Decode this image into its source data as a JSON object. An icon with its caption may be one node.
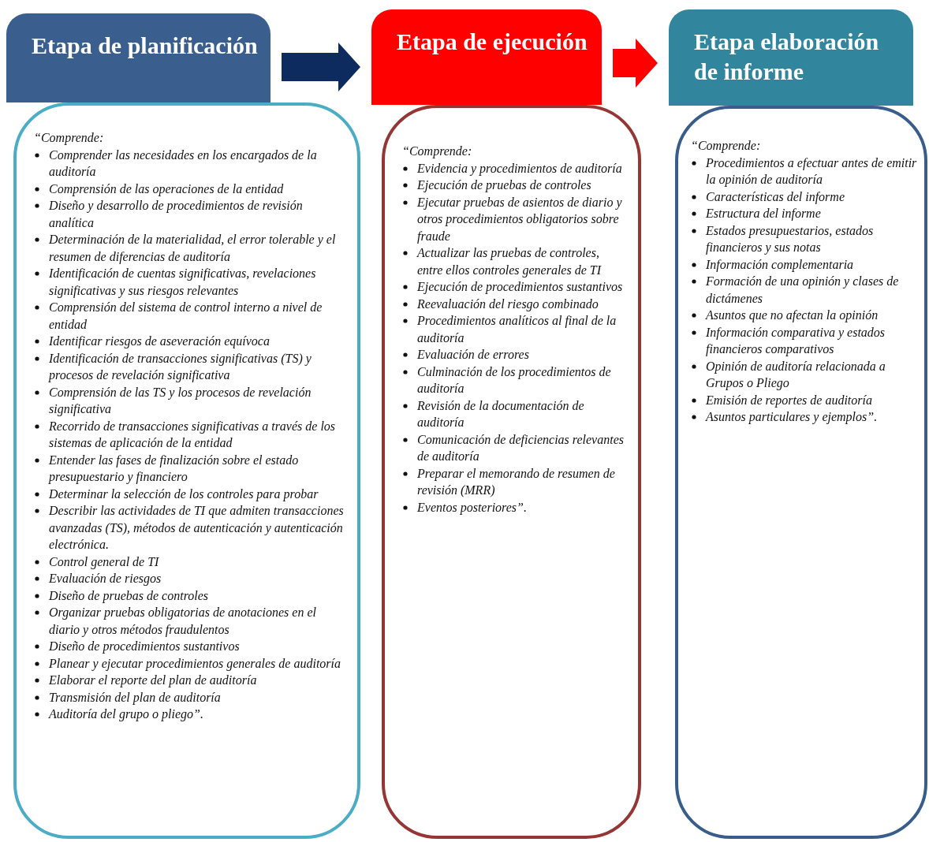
{
  "diagram": {
    "nodes": [
      {
        "text": [
          "Etapa de planificación"
        ]
      },
      {
        "text": [
          "“Comprende:",
          "Comprender las necesidades en los encargados de la auditoría",
          "Comprensión de las operaciones de la entidad",
          "Diseño y desarrollo de procedimientos de revisión analítica",
          "Determinación de la materialidad, el error tolerable y el resumen de diferencias de auditoría",
          "Identificación de cuentas significativas, revelaciones significativas y sus riesgos relevantes",
          "Comprensión del sistema de control interno a nivel de entidad",
          "Identificar riesgos de aseveración equívoca",
          "Identificación de transacciones significativas (TS) y procesos de revelación significativa",
          "Comprensión de las TS y los procesos de revelación significativa",
          "Recorrido de transacciones significativas a través de los sistemas de aplicación de la entidad",
          "Entender las fases de finalización sobre el estado presupuestario y financiero",
          "Determinar la selección de los controles para probar",
          "Describir las actividades de TI que admiten transacciones avanzadas (TS), métodos de autenticación y autenticación electrónica.",
          "Control general de TI",
          "Evaluación de riesgos",
          "Diseño de pruebas de controles",
          "Organizar pruebas obligatorias de anotaciones en el diario y otros métodos fraudulentos",
          "Diseño de procedimientos sustantivos",
          "Planear y ejecutar procedimientos generales de auditoría",
          "Elaborar el reporte del plan de auditoría",
          "Transmisión del plan de auditoría",
          "Auditoría del grupo o pliego”."
        ]
      },
      {
        "text": [
          "Etapa de ejecución"
        ]
      },
      {
        "text": [
          "“Comprende:",
          "Evidencia y procedimientos de auditoría",
          "Ejecución de pruebas de controles",
          "Ejecutar pruebas de asientos de diario y otros procedimientos obligatorios sobre fraude",
          "Actualizar las pruebas de controles, entre ellos controles generales de TI",
          "Ejecución de procedimientos sustantivos",
          "Reevaluación del riesgo combinado",
          "Procedimientos analíticos al final de la auditoría",
          "Evaluación de errores",
          "Culminación de los procedimientos de auditoría",
          "Revisión de la documentación de auditoría",
          "Comunicación de deficiencias relevantes de auditoría",
          "Preparar el memorando de resumen de revisión (MRR)",
          "Eventos posteriores”."
        ]
      },
      {
        "text": [
          "Etapa elaboración de informe"
        ]
      },
      {
        "text": [
          "“Comprende:",
          "Procedimientos a efectuar antes de emitir la opinión de auditoría",
          "Características del informe",
          "Estructura del informe",
          "Estados presupuestarios, estados financieros y sus notas",
          "Información complementaria",
          "Formación de una opinión y clases de dictámenes",
          "Asuntos que no afectan la opinión",
          "Información comparativa y estados financieros comparativos",
          "Opinión de auditoría relacionada a Grupos o Pliego",
          "Emisión de reportes de auditoría",
          "Asuntos particulares y ejemplos”."
        ]
      }
    ],
    "edges": [
      {
        "from": 0,
        "to": 2,
        "arrow": "to",
        "color": "#0d2b5e"
      },
      {
        "from": 2,
        "to": 4,
        "arrow": "to",
        "color": "#ff0000"
      }
    ]
  }
}
